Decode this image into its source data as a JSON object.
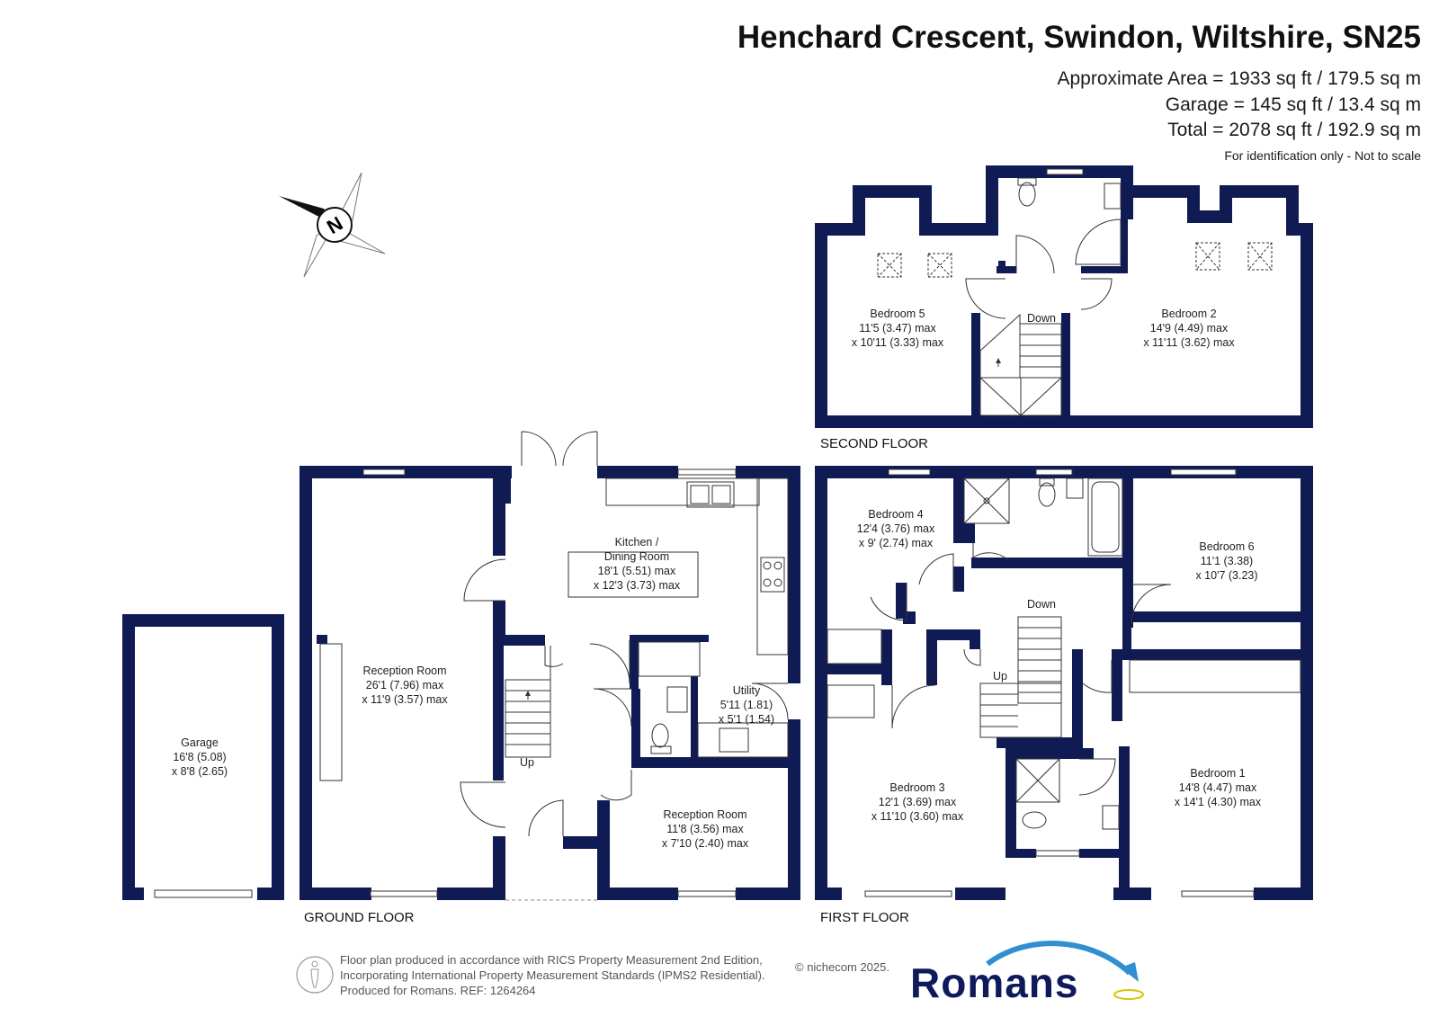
{
  "header": {
    "address": "Henchard Crescent, Swindon, Wiltshire, SN25",
    "approx_area": "Approximate Area = 1933 sq ft / 179.5 sq m",
    "garage_area": "Garage = 145 sq ft / 13.4 sq m",
    "total_area": "Total = 2078 sq ft / 192.9 sq m",
    "disclaimer": "For identification only - Not to scale"
  },
  "compass": {
    "label": "N"
  },
  "floors": {
    "ground": "GROUND FLOOR",
    "first": "FIRST FLOOR",
    "second": "SECOND FLOOR"
  },
  "rooms": {
    "garage": {
      "name": "Garage",
      "dim1": "16'8 (5.08)",
      "dim2": "x 8'8 (2.65)"
    },
    "reception_large": {
      "name": "Reception Room",
      "dim1": "26'1 (7.96) max",
      "dim2": "x 11'9 (3.57) max"
    },
    "kitchen": {
      "name": "Kitchen /",
      "name2": "Dining Room",
      "dim1": "18'1 (5.51) max",
      "dim2": "x 12'3 (3.73) max"
    },
    "utility": {
      "name": "Utility",
      "dim1": "5'11 (1.81)",
      "dim2": "x 5'1 (1.54)"
    },
    "reception_small": {
      "name": "Reception Room",
      "dim1": "11'8 (3.56) max",
      "dim2": "x 7'10 (2.40) max"
    },
    "bedroom4": {
      "name": "Bedroom 4",
      "dim1": "12'4 (3.76) max",
      "dim2": "x 9' (2.74) max"
    },
    "bedroom6": {
      "name": "Bedroom 6",
      "dim1": "11'1 (3.38)",
      "dim2": "x 10'7 (3.23)"
    },
    "bedroom3": {
      "name": "Bedroom 3",
      "dim1": "12'1 (3.69) max",
      "dim2": "x 11'10 (3.60) max"
    },
    "bedroom1": {
      "name": "Bedroom 1",
      "dim1": "14'8 (4.47) max",
      "dim2": "x 14'1 (4.30) max"
    },
    "bedroom5": {
      "name": "Bedroom 5",
      "dim1": "11'5 (3.47) max",
      "dim2": "x 10'11 (3.33) max"
    },
    "bedroom2": {
      "name": "Bedroom 2",
      "dim1": "14'9 (4.49) max",
      "dim2": "x 11'11 (3.62) max"
    }
  },
  "stairs": {
    "ground_up": "Up",
    "first_up": "Up",
    "first_down": "Down",
    "second_down": "Down"
  },
  "footer": {
    "line1": "Floor plan produced in accordance with RICS Property Measurement 2nd Edition,",
    "line2": "Incorporating International Property Measurement Standards (IPMS2 Residential).",
    "line3": "Produced for Romans.   REF: 1264264",
    "copyright": "© nichecom 2025.",
    "brand": "Romans"
  },
  "colors": {
    "wall": "#101b54",
    "accent": "#2f8fd0"
  }
}
